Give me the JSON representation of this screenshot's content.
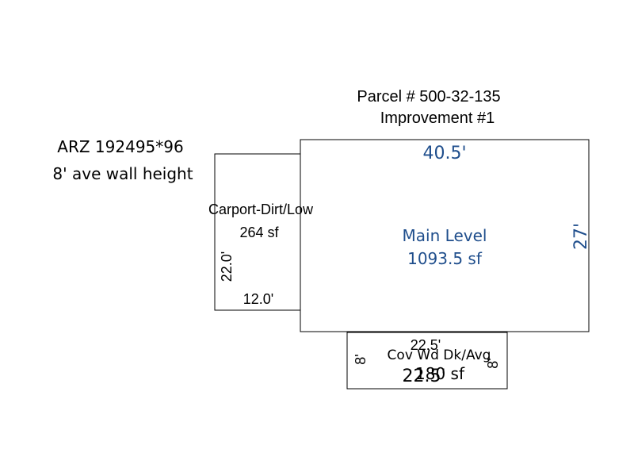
{
  "header": {
    "parcel": "Parcel # 500-32-135",
    "improvement": "Improvement #1"
  },
  "notes": {
    "arz": "ARZ 192495*96",
    "wall_height": "8' ave wall height"
  },
  "colors": {
    "main_level_text": "#1f4e8c",
    "text": "#000000",
    "outline": "#000000"
  },
  "areas": {
    "main_level": {
      "label": "Main Level",
      "area": "1093.5 sf",
      "top_dimension": "40.5'",
      "right_dimension": "27'"
    },
    "carport": {
      "label": "Carport-Dirt/Low",
      "area": "264 sf",
      "left_dimension": "22.0'",
      "bottom_dimension": "12.0'"
    },
    "deck": {
      "label": "Cov Wd Dk/Avg",
      "area": "180 sf",
      "top_dimension": "22.5'",
      "bottom_dimension": "22.5'",
      "left_dimension": "8'",
      "right_dimension": "8'"
    }
  }
}
